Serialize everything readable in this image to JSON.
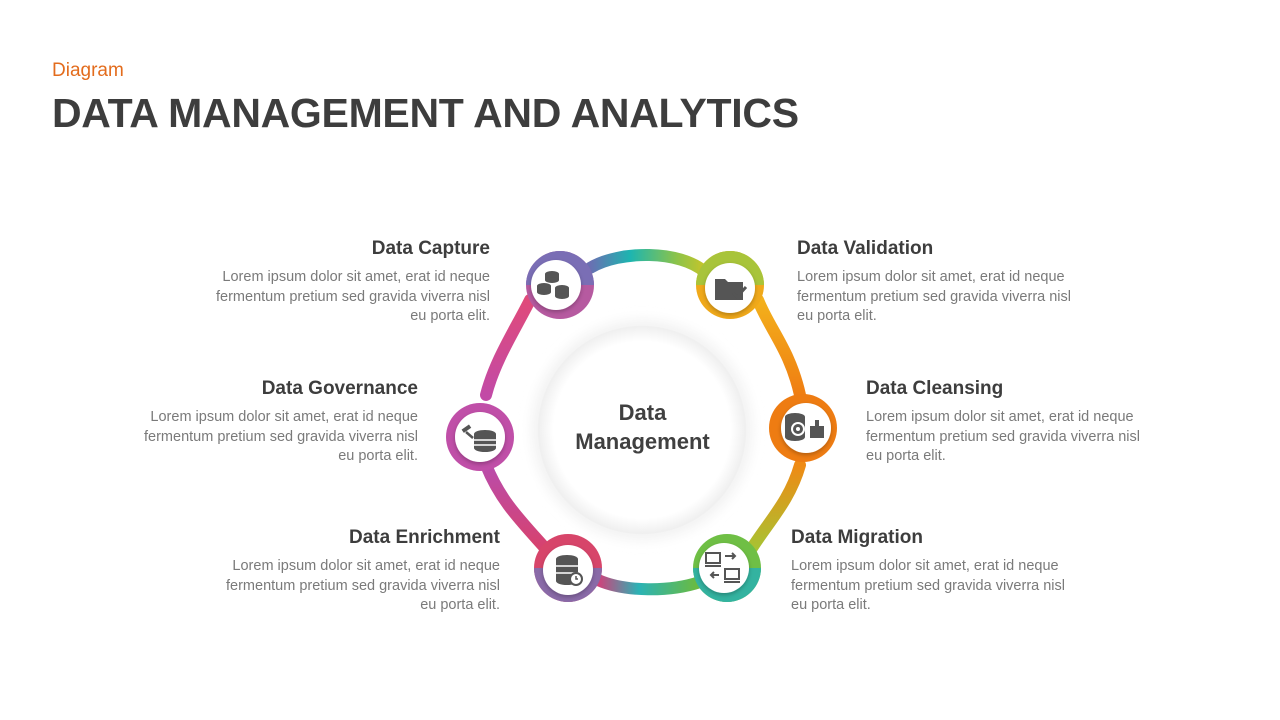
{
  "header": {
    "eyebrow": "Diagram",
    "title": "DATA MANAGEMENT AND ANALYTICS"
  },
  "center": {
    "line1": "Data",
    "line2": "Management"
  },
  "body_text": "Lorem ipsum dolor sit amet, erat id neque fermentum pretium sed gravida viverra nisl eu porta elit.",
  "items": [
    {
      "title": "Data Capture",
      "icon": "coins-stack-icon",
      "color": "#c2418c"
    },
    {
      "title": "Data Validation",
      "icon": "folder-check-icon",
      "color": "#f39a1b"
    },
    {
      "title": "Data Governance",
      "icon": "database-gavel-icon",
      "color": "#b548a8"
    },
    {
      "title": "Data Cleansing",
      "icon": "database-gear-icon",
      "color": "#ee7d14"
    },
    {
      "title": "Data Enrichment",
      "icon": "database-clock-icon",
      "color": "#d94565"
    },
    {
      "title": "Data Migration",
      "icon": "computer-transfer-icon",
      "color": "#7ab83a"
    }
  ]
}
